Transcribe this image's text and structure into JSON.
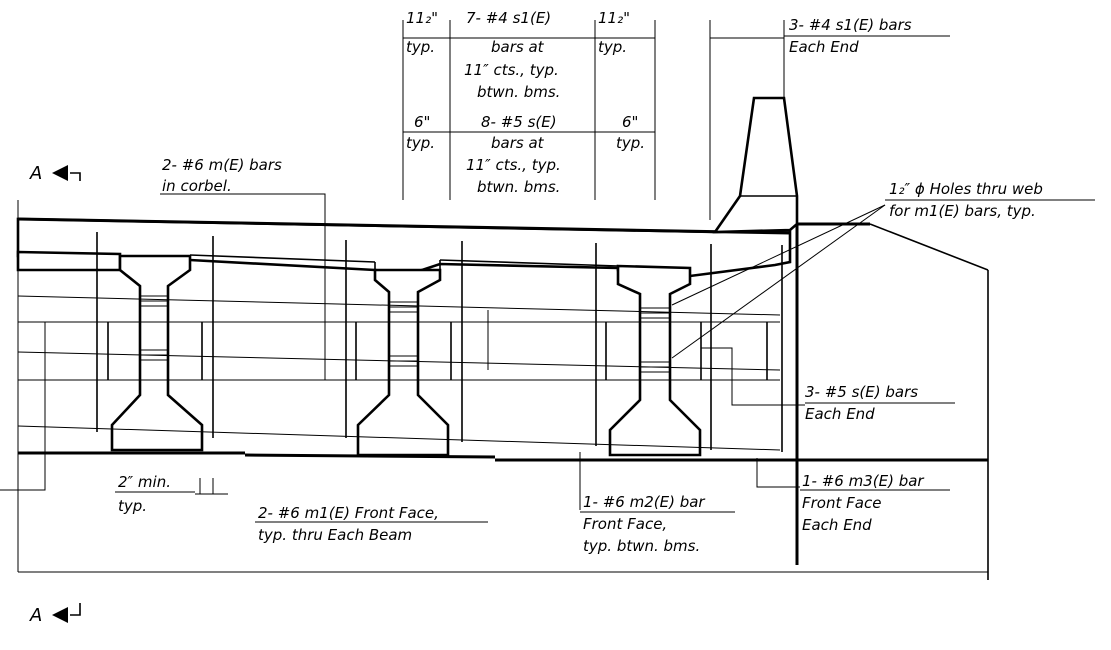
{
  "section_mark": {
    "letter": "A"
  },
  "notes": {
    "s1_spacing_top": "11₂\"",
    "s1_typ": "typ.",
    "s1_bars_l1": "7- #4  s1(E)",
    "s1_bars_l2": "bars at",
    "s1_bars_l3": "11″ cts., typ.",
    "s1_bars_l4": "btwn. bms.",
    "s1_spacing_right": "11₂\"",
    "s1_typ_right": "typ.",
    "s1_end_l1": "3- #4  s1(E) bars",
    "s1_end_l2": "Each End",
    "s_spacing_left": "6\"",
    "s_typ_left": "typ.",
    "s_bars_l1": "8- #5  s(E)",
    "s_bars_l2": "bars at",
    "s_bars_l3": "11″ cts., typ.",
    "s_bars_l4": "btwn. bms.",
    "s_spacing_right": "6\"",
    "s_typ_right": "typ.",
    "m_bars_l1": "2- #6  m(E) bars",
    "m_bars_l2": "in corbel.",
    "holes_l1": "1₂″ ϕ Holes thru web",
    "holes_l2": "for  m1(E) bars, typ.",
    "s_end_l1": "3- #5  s(E) bars",
    "s_end_l2": "Each End",
    "m3_l1": "1- #6  m3(E) bar",
    "m3_l2": "Front Face",
    "m3_l3": "Each End",
    "m2_l1": "1- #6  m2(E) bar",
    "m2_l2": "Front Face,",
    "m2_l3": "typ. btwn. bms.",
    "m1_l1": "2- #6  m1(E) Front Face,",
    "m1_l2": "typ. thru Each Beam",
    "min_l1": "2″ min.",
    "min_l2": "typ."
  }
}
